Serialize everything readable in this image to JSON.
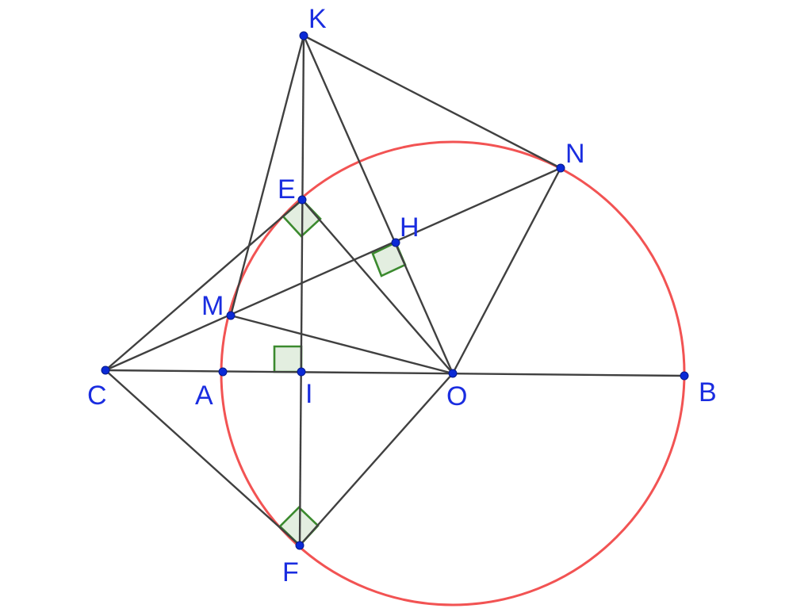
{
  "labels": {
    "K": "K",
    "N": "N",
    "E": "E",
    "H": "H",
    "M": "M",
    "C": "C",
    "A": "A",
    "I": "I",
    "O": "O",
    "B": "B",
    "F": "F"
  },
  "colors": {
    "circle": "#f25353",
    "segment": "#404040",
    "point": "#0b2ad6",
    "label": "#1a2de0",
    "right_angle_stroke": "#3b8a2e",
    "right_angle_fill": "#e3eee0"
  }
}
